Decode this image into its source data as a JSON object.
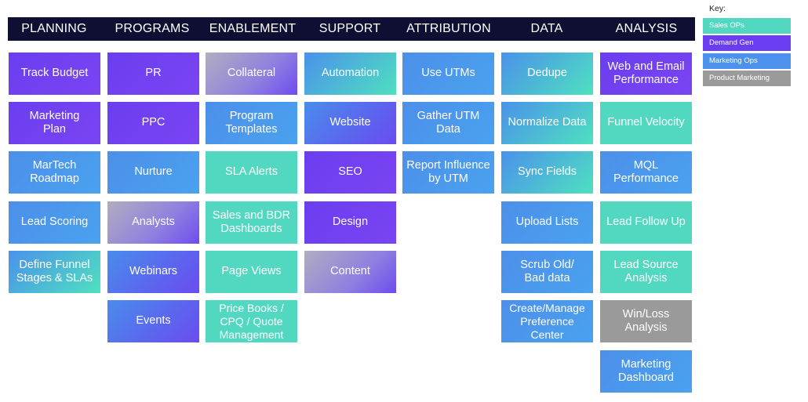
{
  "columns": [
    "PLANNING",
    "PROGRAMS",
    "ENABLEMENT",
    "SUPPORT",
    "ATTRIBUTION",
    "DATA",
    "ANALYSIS"
  ],
  "tiles": {
    "planning": [
      "Track Budget",
      "Marketing\nPlan",
      "MarTech\nRoadmap",
      "Lead Scoring",
      "Define Funnel\nStages & SLAs"
    ],
    "programs": [
      "PR",
      "PPC",
      "Nurture",
      "Analysts",
      "Webinars",
      "Events"
    ],
    "enablement": [
      "Collateral",
      "Program\nTemplates",
      "SLA Alerts",
      "Sales and BDR\nDashboards",
      "Page Views",
      "Price Books /\nCPQ / Quote\nManagement"
    ],
    "support": [
      "Automation",
      "Website",
      "SEO",
      "Design",
      "Content"
    ],
    "attribution": [
      "Use UTMs",
      "Gather UTM\nData",
      "Report Influence\nby UTM"
    ],
    "data": [
      "Dedupe",
      "Normalize Data",
      "Sync Fields",
      "Upload Lists",
      "Scrub Old/\nBad data",
      "Create/Manage\nPreference\nCenter"
    ],
    "analysis": [
      "Web and Email\nPerformance",
      "Funnel Velocity",
      "MQL\nPerformance",
      "Lead Follow Up",
      "Lead Source\nAnalysis",
      "Win/Loss\nAnalysis",
      "Marketing\nDashboard"
    ]
  },
  "key": {
    "title": "Key:",
    "items": [
      {
        "label": "Sales OPs",
        "color": "#52d8c0"
      },
      {
        "label": "Demand Gen",
        "color": "#6a3ef0"
      },
      {
        "label": "Marketing Ops",
        "color": "#4c92ec"
      },
      {
        "label": "Product Marketing",
        "color": "#9a9a9a"
      }
    ]
  }
}
